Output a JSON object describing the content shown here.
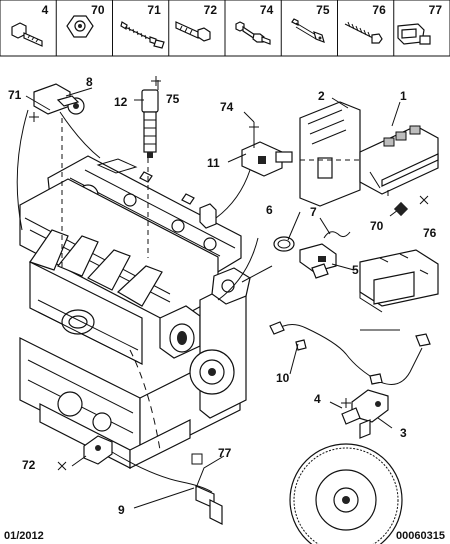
{
  "header_parts": [
    "4",
    "70",
    "71",
    "72",
    "74",
    "75",
    "76",
    "77"
  ],
  "callouts": {
    "c1": "1",
    "c2": "2",
    "c3": "3",
    "c4": "4",
    "c5": "5",
    "c6": "6",
    "c7": "7",
    "c8": "8",
    "c9": "9",
    "c10": "10",
    "c11": "11",
    "c12": "12",
    "c70": "70",
    "c71": "71",
    "c72": "72",
    "c74": "74",
    "c75": "75",
    "c76": "76",
    "c77": "77"
  },
  "footer": {
    "date": "01/2012",
    "code": "00060315"
  }
}
